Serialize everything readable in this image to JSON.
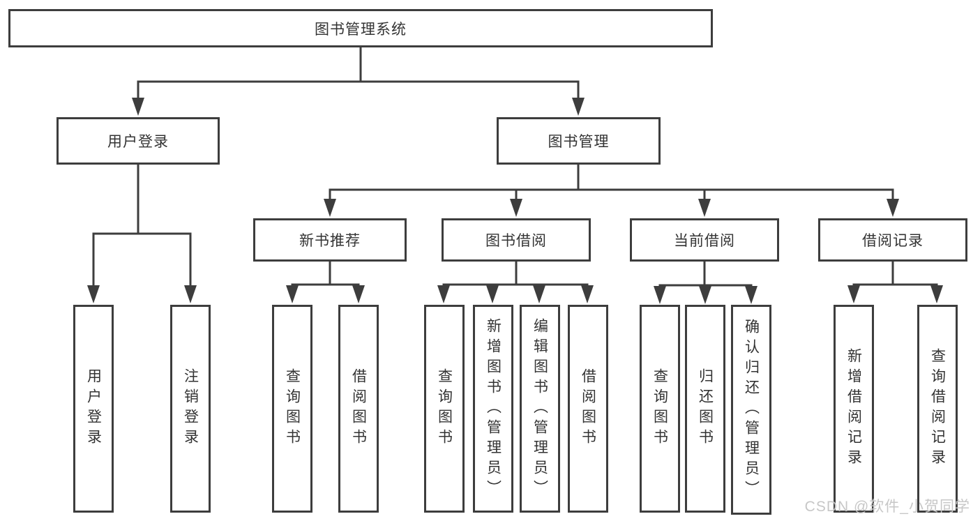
{
  "diagram": {
    "title": "图书管理系统",
    "root": {
      "label": "图书管理系统"
    },
    "level2": {
      "user_login": {
        "label": "用户登录"
      },
      "book_management": {
        "label": "图书管理"
      }
    },
    "level3": {
      "new_book_recommendation": {
        "label": "新书推荐"
      },
      "book_borrowing": {
        "label": "图书借阅"
      },
      "current_borrowing": {
        "label": "当前借阅"
      },
      "borrowing_records": {
        "label": "借阅记录"
      }
    },
    "leaves": {
      "user_login": [
        "用户登录",
        "注销登录"
      ],
      "new_book_recommendation": [
        "查询图书",
        "借阅图书"
      ],
      "book_borrowing": [
        "查询图书",
        "新增图书（管理员）",
        "编辑图书（管理员）",
        "借阅图书"
      ],
      "current_borrowing": [
        "查询图书",
        "归还图书",
        "确认归还（管理员）"
      ],
      "borrowing_records": [
        "新增借阅记录",
        "查询借阅记录"
      ]
    },
    "watermark": "CSDN @软件_小贺同学",
    "colors": {
      "line": "#3d3d3d",
      "text": "#333333",
      "background": "#ffffff",
      "watermark": "#c7c7c7"
    }
  }
}
